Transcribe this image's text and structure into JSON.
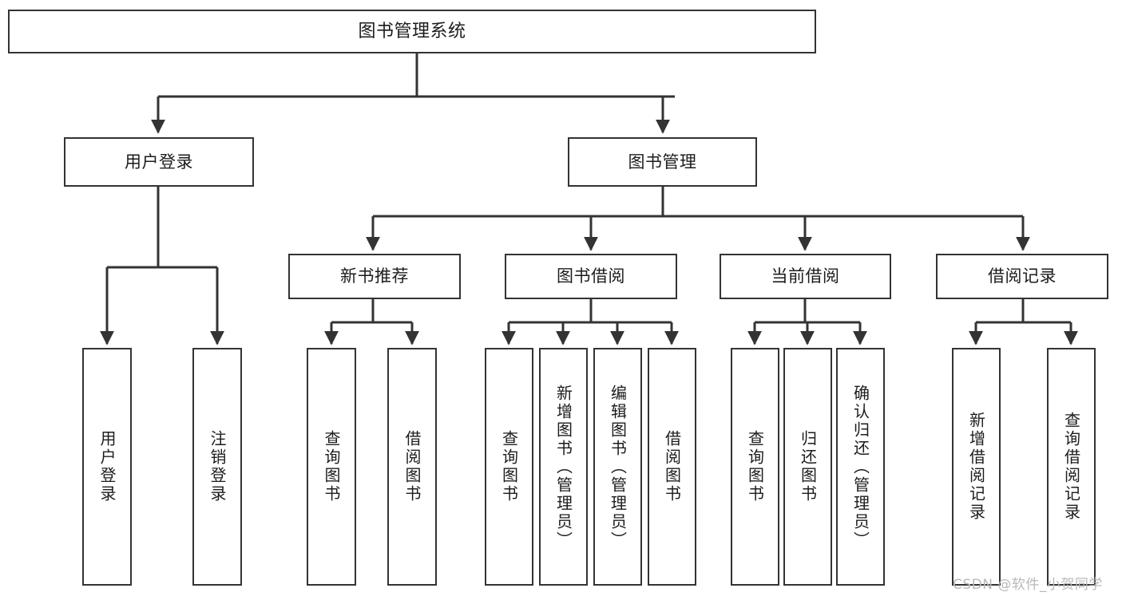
{
  "diagram": {
    "title": "图书管理系统",
    "type": "tree-hierarchy",
    "watermark": "CSDN @软件_小贺同学",
    "colors": {
      "box_border": "#333333",
      "box_fill": "#ffffff",
      "edge": "#333333",
      "text": "#1c1c1c",
      "watermark": "#b9b9b9"
    },
    "nodes": {
      "root": {
        "label": "图书管理系统"
      },
      "level2": [
        {
          "label": "用户登录"
        },
        {
          "label": "图书管理"
        }
      ],
      "level3": [
        {
          "label": "新书推荐"
        },
        {
          "label": "图书借阅"
        },
        {
          "label": "当前借阅"
        },
        {
          "label": "借阅记录"
        }
      ],
      "leaves": {
        "user_login": [
          {
            "label": "用户登录"
          },
          {
            "label": "注销登录"
          }
        ],
        "new_book_recommend": [
          {
            "label": "查询图书"
          },
          {
            "label": "借阅图书"
          }
        ],
        "book_borrow": [
          {
            "label": "查询图书"
          },
          {
            "label": "新增图书（管理员）"
          },
          {
            "label": "编辑图书（管理员）"
          },
          {
            "label": "借阅图书"
          }
        ],
        "current_borrow": [
          {
            "label": "查询图书"
          },
          {
            "label": "归还图书"
          },
          {
            "label": "确认归还（管理员）"
          }
        ],
        "borrow_record": [
          {
            "label": "新增借阅记录"
          },
          {
            "label": "查询借阅记录"
          }
        ]
      }
    }
  }
}
